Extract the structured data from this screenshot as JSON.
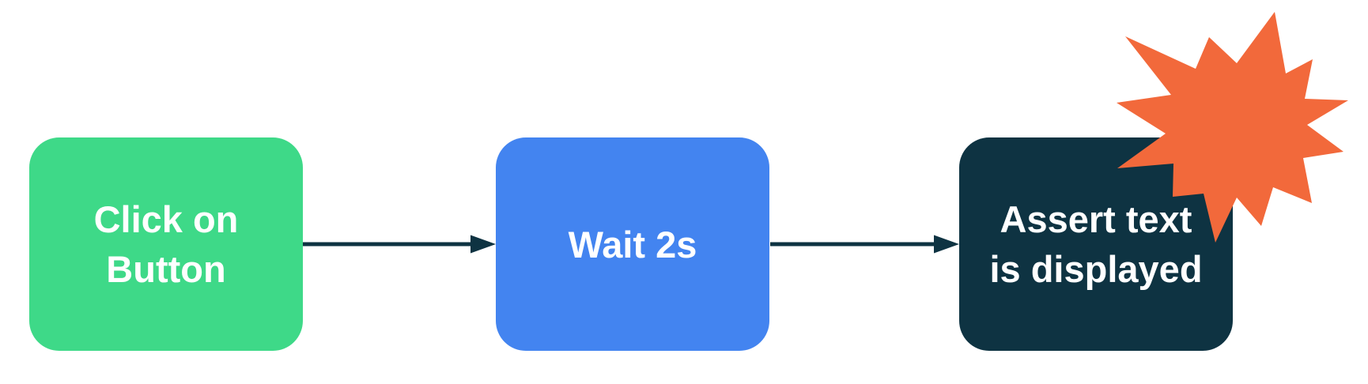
{
  "diagram": {
    "type": "flowchart",
    "background_color": "#ffffff",
    "text_color": "#ffffff",
    "arrow_color": "#0e3342",
    "burst": {
      "name": "explosion-starburst",
      "color": "#f2693b"
    },
    "nodes": [
      {
        "id": "click-on-button",
        "label": "Click on Button",
        "lines": [
          "Click on",
          "Button"
        ],
        "color": "#3ed988"
      },
      {
        "id": "wait-2s",
        "label": "Wait 2s",
        "lines": [
          "Wait 2s"
        ],
        "color": "#4384f0"
      },
      {
        "id": "assert-text-is-displayed",
        "label": "Assert text is displayed",
        "lines": [
          "Assert text",
          "is displayed"
        ],
        "color": "#0e3342"
      }
    ],
    "edges": [
      {
        "from": "Click on Button",
        "to": "Wait 2s"
      },
      {
        "from": "Wait 2s",
        "to": "Assert text is displayed"
      }
    ]
  }
}
